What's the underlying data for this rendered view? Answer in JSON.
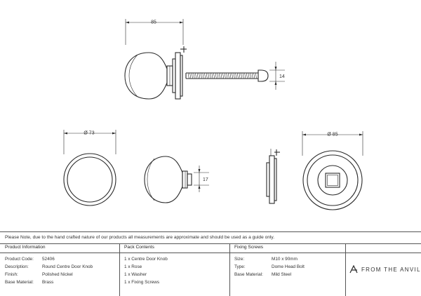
{
  "dimensions": {
    "overall_length": "85",
    "bolt_diameter": "14",
    "knob_diameter": "Ø 73",
    "neck_diameter": "17",
    "rose_diameter": "Ø 85"
  },
  "note": "Please Note, due to the hand crafted nature of our products all measurements are approximate and should be used as a guide only.",
  "product_info": {
    "title": "Product Information",
    "rows": [
      {
        "label": "Product Code:",
        "value": "52406"
      },
      {
        "label": "Description:",
        "value": "Round Centre Door Knob"
      },
      {
        "label": "Finish:",
        "value": "Polished Nickel"
      },
      {
        "label": "Base Material:",
        "value": "Brass"
      }
    ]
  },
  "pack_contents": {
    "title": "Pack Contents",
    "items": [
      "1 x Centre Door Knob",
      "1 x Rose",
      "1 x Washer",
      "1 x Fixing Screws"
    ]
  },
  "fixing_screws": {
    "title": "Fixing Screws",
    "rows": [
      {
        "label": "Size:",
        "value": "M10 x 90mm"
      },
      {
        "label": "Type:",
        "value": "Dome Head Bolt"
      },
      {
        "label": "Base Material:",
        "value": "Mild Steel"
      }
    ]
  },
  "brand": {
    "name": "FROM THE ANVIL",
    "icon": "anvil-logo-icon"
  }
}
